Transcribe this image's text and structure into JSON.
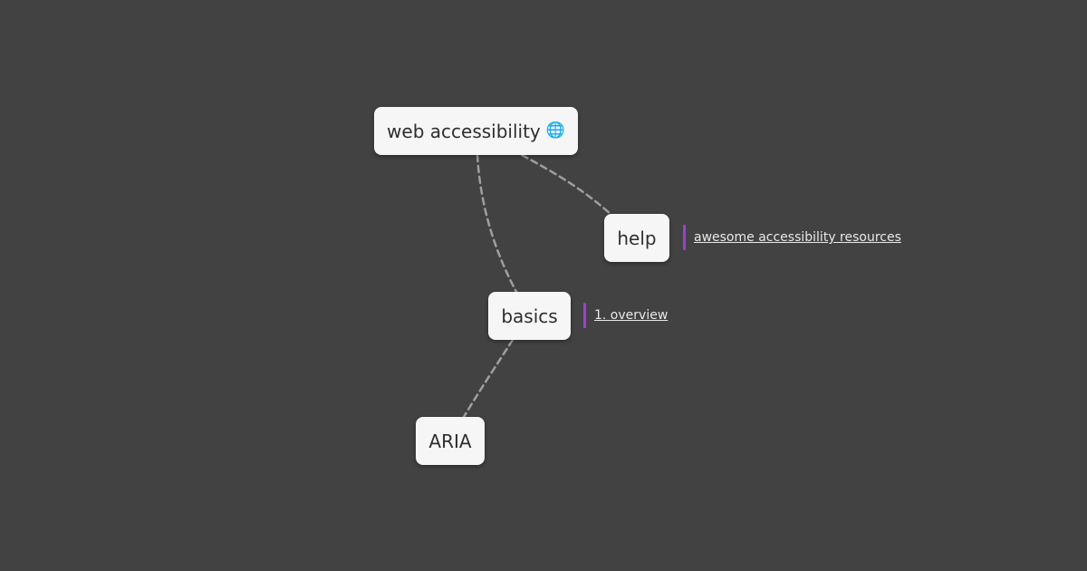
{
  "mindmap": {
    "root": {
      "label": "web accessibility",
      "emoji": "🌐"
    },
    "help": {
      "label": "help",
      "link": "awesome accessibility resources"
    },
    "basics": {
      "label": "basics",
      "link": "1. overview"
    },
    "aria": {
      "label": "ARIA"
    }
  },
  "colors": {
    "background": "#424242",
    "node_fill": "#f6f6f6",
    "edge": "#9e9e9e",
    "note_accent": "#9c3fd6"
  }
}
